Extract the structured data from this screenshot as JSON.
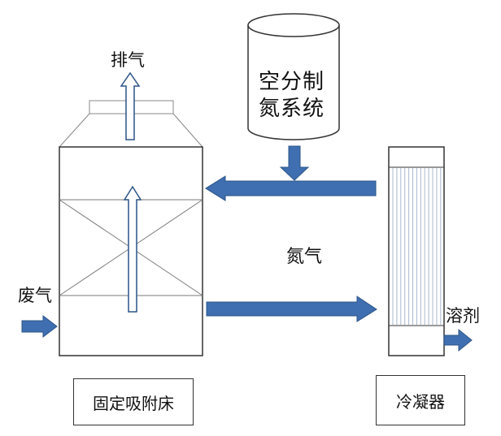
{
  "labels": {
    "exhaust": "排气",
    "nitrogen_system_line1": "空分制",
    "nitrogen_system_line2": "氮系统",
    "nitrogen": "氮气",
    "waste_gas": "废气",
    "solvent": "溶剂",
    "adsorption_bed": "固定吸附床",
    "condenser": "冷凝器"
  },
  "colors": {
    "arrow_fill": "#3f6fb0",
    "arrow_stroke": "#2c5488",
    "outline": "#333333",
    "grid_line": "#7a7a7a",
    "condenser_tubes": "#a8b8d0"
  }
}
